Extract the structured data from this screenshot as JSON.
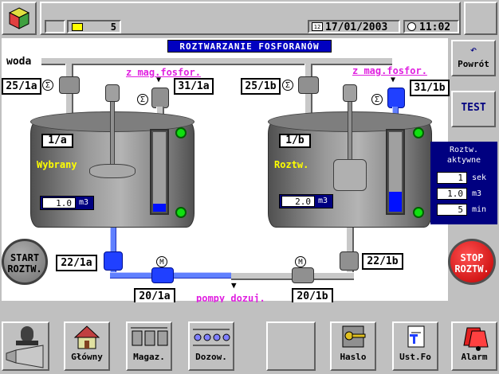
{
  "header": {
    "counter": "5",
    "date": "17/01/2003",
    "time": "11:02"
  },
  "title": "ROZTWARZANIE FOSFORANÓW",
  "labels": {
    "woda": "woda",
    "z_mag_a": "z mag.fosfor.",
    "z_mag_b": "z mag.fosfor.",
    "pompy": "pompy dozuj."
  },
  "valves": {
    "v25a": "25/1a",
    "v31a": "31/1a",
    "v25b": "25/1b",
    "v31b": "31/1b",
    "v22a": "22/1a",
    "v22b": "22/1b",
    "v20a": "20/1a",
    "v20b": "20/1b"
  },
  "tank_a": {
    "id": "1/a",
    "status": "Wybrany",
    "volume": "1.0",
    "unit": "m3",
    "level": 0.1
  },
  "tank_b": {
    "id": "1/b",
    "status": "Roztw.",
    "volume": "2.0",
    "unit": "m3",
    "level": 0.25
  },
  "active_panel": {
    "title": "Roztw. aktywne",
    "rows": [
      {
        "value": "1",
        "unit": "sek"
      },
      {
        "value": "1.0",
        "unit": "m3"
      },
      {
        "value": "5",
        "unit": "min"
      }
    ]
  },
  "buttons": {
    "powrot": "Powrót",
    "test": "TEST",
    "start_line1": "START",
    "start_line2": "ROZTW.",
    "stop_line1": "STOP",
    "stop_line2": "ROZTW."
  },
  "motor_symbol": "M",
  "bottom": {
    "glowny": "Główny",
    "magaz": "Magaz.",
    "dozow": "Dozow.",
    "haslo": "Haslo",
    "ustfo": "Ust.Fo",
    "alarm": "Alarm"
  },
  "colors": {
    "title_bg": "#0000c0",
    "pink": "#e020e0",
    "panel_bg": "#000080",
    "start": "#808080",
    "stop": "#e00000"
  }
}
